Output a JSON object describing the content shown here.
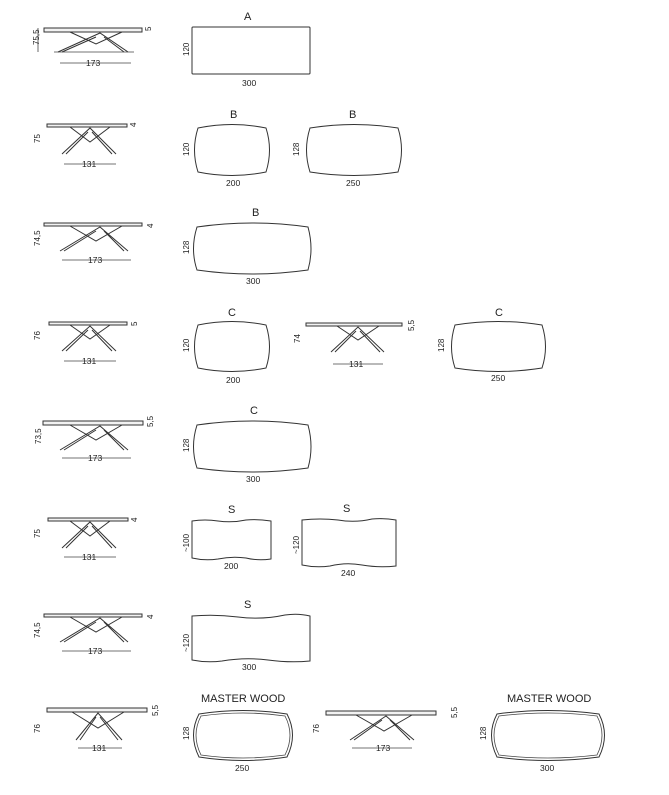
{
  "rows": [
    {
      "side": [
        {
          "height": "75,5",
          "width": "173",
          "thickness": "5",
          "span": "w"
        }
      ],
      "tops": [
        {
          "letter": "A",
          "shape": "rect",
          "width_dim": "300",
          "depth_dim": "120"
        }
      ]
    },
    {
      "side": [
        {
          "height": "75",
          "width": "131",
          "thickness": "4",
          "span": "n"
        }
      ],
      "tops": [
        {
          "letter": "B",
          "shape": "barrel",
          "width_dim": "200",
          "depth_dim": "120"
        },
        {
          "letter": "B",
          "shape": "barrel",
          "width_dim": "250",
          "depth_dim": "128"
        }
      ]
    },
    {
      "side": [
        {
          "height": "74,5",
          "width": "173",
          "thickness": "4",
          "span": "w"
        }
      ],
      "tops": [
        {
          "letter": "B",
          "shape": "barrel",
          "width_dim": "300",
          "depth_dim": "128"
        }
      ]
    },
    {
      "side": [
        {
          "height": "76",
          "width": "131",
          "thickness": "5",
          "span": "n"
        },
        {
          "height": "74",
          "width": "131",
          "thickness": "5,5",
          "span": "n"
        }
      ],
      "tops": [
        {
          "letter": "C",
          "shape": "barrel",
          "width_dim": "200",
          "depth_dim": "120"
        },
        {
          "letter": "C",
          "shape": "barrel",
          "width_dim": "250",
          "depth_dim": "128"
        }
      ]
    },
    {
      "side": [
        {
          "height": "73,5",
          "width": "173",
          "thickness": "5,5",
          "span": "w"
        }
      ],
      "tops": [
        {
          "letter": "C",
          "shape": "barrel",
          "width_dim": "300",
          "depth_dim": "128"
        }
      ]
    },
    {
      "side": [
        {
          "height": "75",
          "width": "131",
          "thickness": "4",
          "span": "n"
        }
      ],
      "tops": [
        {
          "letter": "S",
          "shape": "live",
          "width_dim": "200",
          "depth_dim": "~100"
        },
        {
          "letter": "S",
          "shape": "live",
          "width_dim": "240",
          "depth_dim": "~120"
        }
      ]
    },
    {
      "side": [
        {
          "height": "74,5",
          "width": "173",
          "thickness": "4",
          "span": "w"
        }
      ],
      "tops": [
        {
          "letter": "S",
          "shape": "live",
          "width_dim": "300",
          "depth_dim": "~120"
        }
      ]
    },
    {
      "side": [
        {
          "height": "76",
          "width": "131",
          "thickness": "5,5",
          "span": "n"
        },
        {
          "height": "76",
          "width": "173",
          "thickness": "5,5",
          "span": "w"
        }
      ],
      "tops": [
        {
          "letter": "MASTER WOOD",
          "shape": "master",
          "width_dim": "250",
          "depth_dim": "128"
        },
        {
          "letter": "MASTER WOOD",
          "shape": "master",
          "width_dim": "300",
          "depth_dim": "128"
        }
      ]
    }
  ]
}
